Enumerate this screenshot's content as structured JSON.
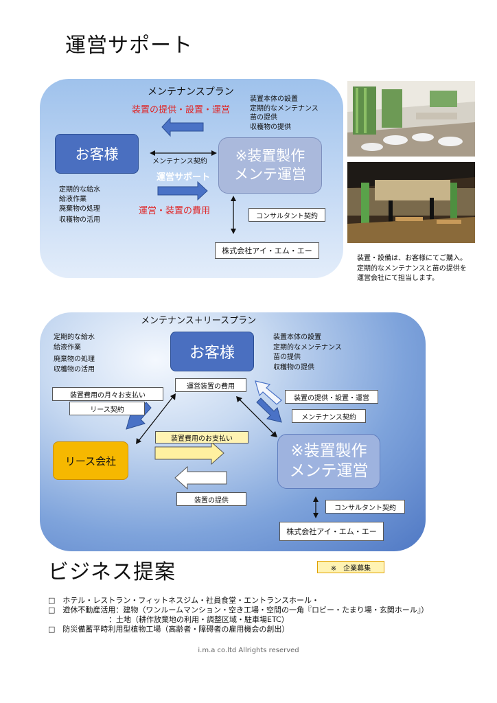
{
  "page_title": "運営サポート",
  "plan1": {
    "title": "メンテナンスプラン",
    "supply_label": "装置の提供・設置・運営",
    "right_notes": [
      "装置本体の設置",
      "定期的なメンテナンス",
      "苗の提供",
      "収穫物の提供"
    ],
    "customer": "お客様",
    "maker_line1": "※装置製作",
    "maker_line2": "メンテ運営",
    "contract": "メンテナンス契約",
    "support": "運営サポート",
    "left_notes": [
      "定期的な給水",
      "給液作業",
      "廃棄物の処理",
      "収穫物の活用"
    ],
    "cost": "運営・装置の費用",
    "consult": "コンサルタント契約",
    "company": "株式会社アイ・エム・エー"
  },
  "photo_caption": [
    "装置・設備は、お客様にてご購入。",
    "定期的なメンテナンスと苗の提供を",
    "運営会社にて担当します。"
  ],
  "plan2": {
    "title": "メンテナンス＋リースプラン",
    "left_notes": [
      "定期的な給水",
      "給液作業",
      "廃棄物の処理",
      "収穫物の活用"
    ],
    "customer": "お客様",
    "right_notes": [
      "装置本体の設置",
      "定期的なメンテナンス",
      "苗の提供",
      "収穫物の提供"
    ],
    "op_cost": "運営装置の費用",
    "monthly": "装置費用の月々お支払い",
    "lease_contract": "リース契約",
    "supply_label": "装置の提供・設置・運営",
    "maint_contract": "メンテナンス契約",
    "device_payment": "装置費用のお支払い",
    "lease_company": "リース会社",
    "maker_line1": "※装置製作",
    "maker_line2": "メンテ運営",
    "device_supply": "装置の提供",
    "consult": "コンサルタント契約",
    "company": "株式会社アイ・エム・エー"
  },
  "business": {
    "title": "ビジネス提案",
    "recruit": "※　企業募集",
    "items": [
      "□　ホテル・レストラン・フィットネスジム・社員食堂・エントランスホール・",
      "□　遊休不動産活用：建物（ワンルームマンション・空き工場・空間の一角『ロビー・たまり場・玄関ホール』）",
      "　　　　　　　　：土地（耕作放棄地の利用・調整区域・駐車場ETC）",
      "□　防災備蓄平時利用型植物工場（高齢者・障碍者の雇用機会の創出）"
    ]
  },
  "footer": "i.m.a co.ltd Allrights reserved",
  "colors": {
    "panel_blue": "#4f78c4",
    "box_dark": "#4a6fc0",
    "box_light": "#aab9dc",
    "lease_orange": "#f6b800",
    "red_text": "#e02424",
    "highlight_yellow": "#fff3b3"
  }
}
